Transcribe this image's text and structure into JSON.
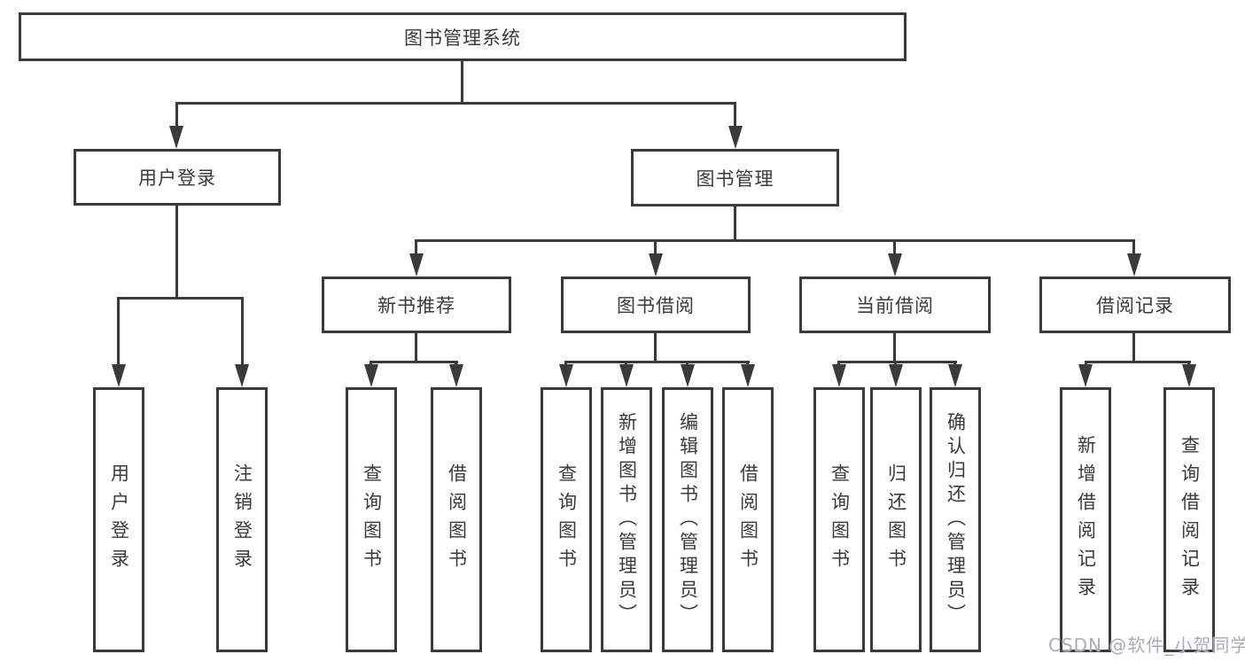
{
  "colors": {
    "line": "#3a3a3a",
    "text": "#3a3a3a",
    "box_bg": "#ffffff",
    "watermark": "#a9aeb4"
  },
  "nodes": {
    "root": "图书管理系统",
    "level2": [
      "用户登录",
      "图书管理"
    ],
    "level3": [
      "新书推荐",
      "图书借阅",
      "当前借阅",
      "借阅记录"
    ],
    "level4": {
      "user_login": [
        "用户登录",
        "注销登录"
      ],
      "new_books": [
        "查询图书",
        "借阅图书"
      ],
      "borrowing": [
        "查询图书",
        "新增图书（管理员）",
        "编辑图书（管理员）",
        "借阅图书"
      ],
      "current": [
        "查询图书",
        "归还图书",
        "确认归还（管理员）"
      ],
      "records": [
        "新增借阅记录",
        "查询借阅记录"
      ]
    }
  },
  "watermark": {
    "text": "CSDN @软件_小贺同学"
  }
}
